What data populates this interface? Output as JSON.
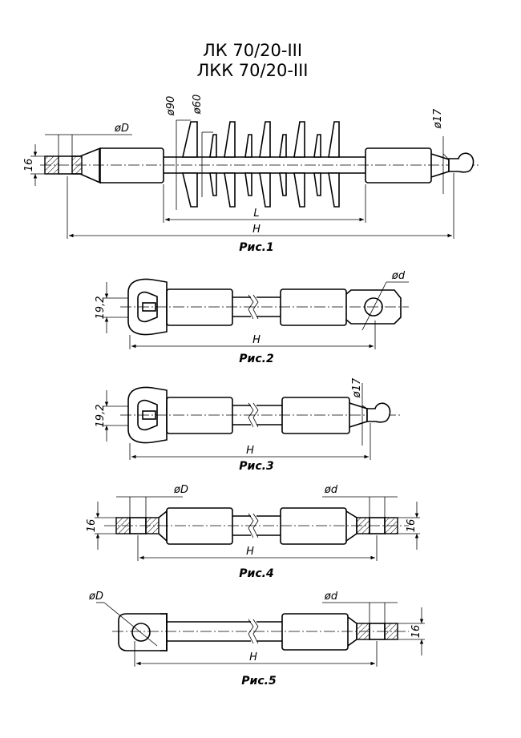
{
  "title": {
    "line1": "ЛК 70/20-III",
    "line2": "ЛКК 70/20-III"
  },
  "figures": [
    {
      "caption": "Рис.1",
      "labels": {
        "d90": "ø90",
        "d60": "ø60",
        "dD": "øD",
        "d17": "ø17",
        "h16": "16",
        "L": "L",
        "H": "H"
      }
    },
    {
      "caption": "Рис.2",
      "labels": {
        "h19": "19,2",
        "dd": "ød",
        "H": "H"
      }
    },
    {
      "caption": "Рис.3",
      "labels": {
        "h19": "19,2",
        "d17": "ø17",
        "H": "H"
      }
    },
    {
      "caption": "Рис.4",
      "labels": {
        "dD": "øD",
        "dd": "ød",
        "h16l": "16",
        "h16r": "16",
        "H": "H"
      }
    },
    {
      "caption": "Рис.5",
      "labels": {
        "dD": "øD",
        "dd": "ød",
        "h16": "16",
        "H": "H"
      }
    }
  ]
}
